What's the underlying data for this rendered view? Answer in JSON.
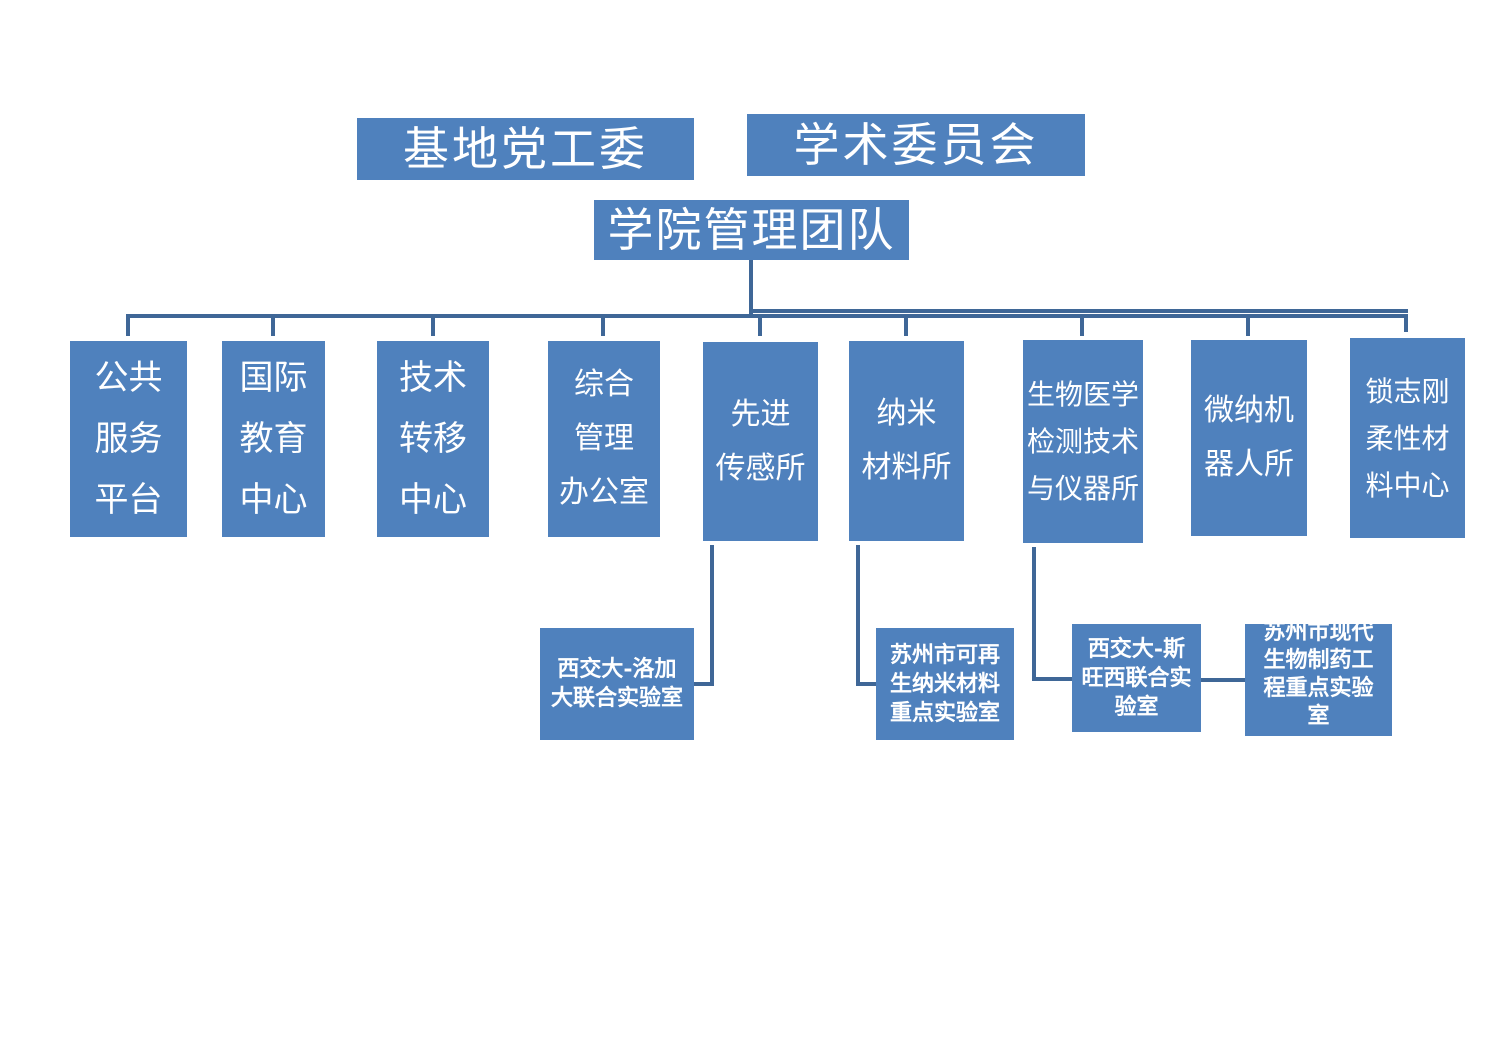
{
  "governance": {
    "party_committee": "基地党工委",
    "academic_committee": "学术委员会"
  },
  "management": {
    "title": "学院管理团队"
  },
  "departments": [
    "公共\n服务\n平台",
    "国际\n教育\n中心",
    "技术\n转移\n中心",
    "综合\n管理\n办公室",
    "先进\n传感所",
    "纳米\n材料所",
    "生物医学\n检测技术\n与仪器所",
    "微纳机\n器人所",
    "锁志刚\n柔性材\n料中心"
  ],
  "labs": {
    "sensing_lab": "西交大-洛加\n大联合实验室",
    "nano_lab": "苏州市可再\n生纳米材料\n重点实验室",
    "bio_lab_1": "西交大-斯\n旺西联合实\n验室",
    "bio_lab_2": "苏州市现代\n生物制药工\n程重点实验\n室"
  },
  "colors": {
    "box_fill": "#4f81bd",
    "connector": "#3f6797",
    "text": "#ffffff"
  }
}
